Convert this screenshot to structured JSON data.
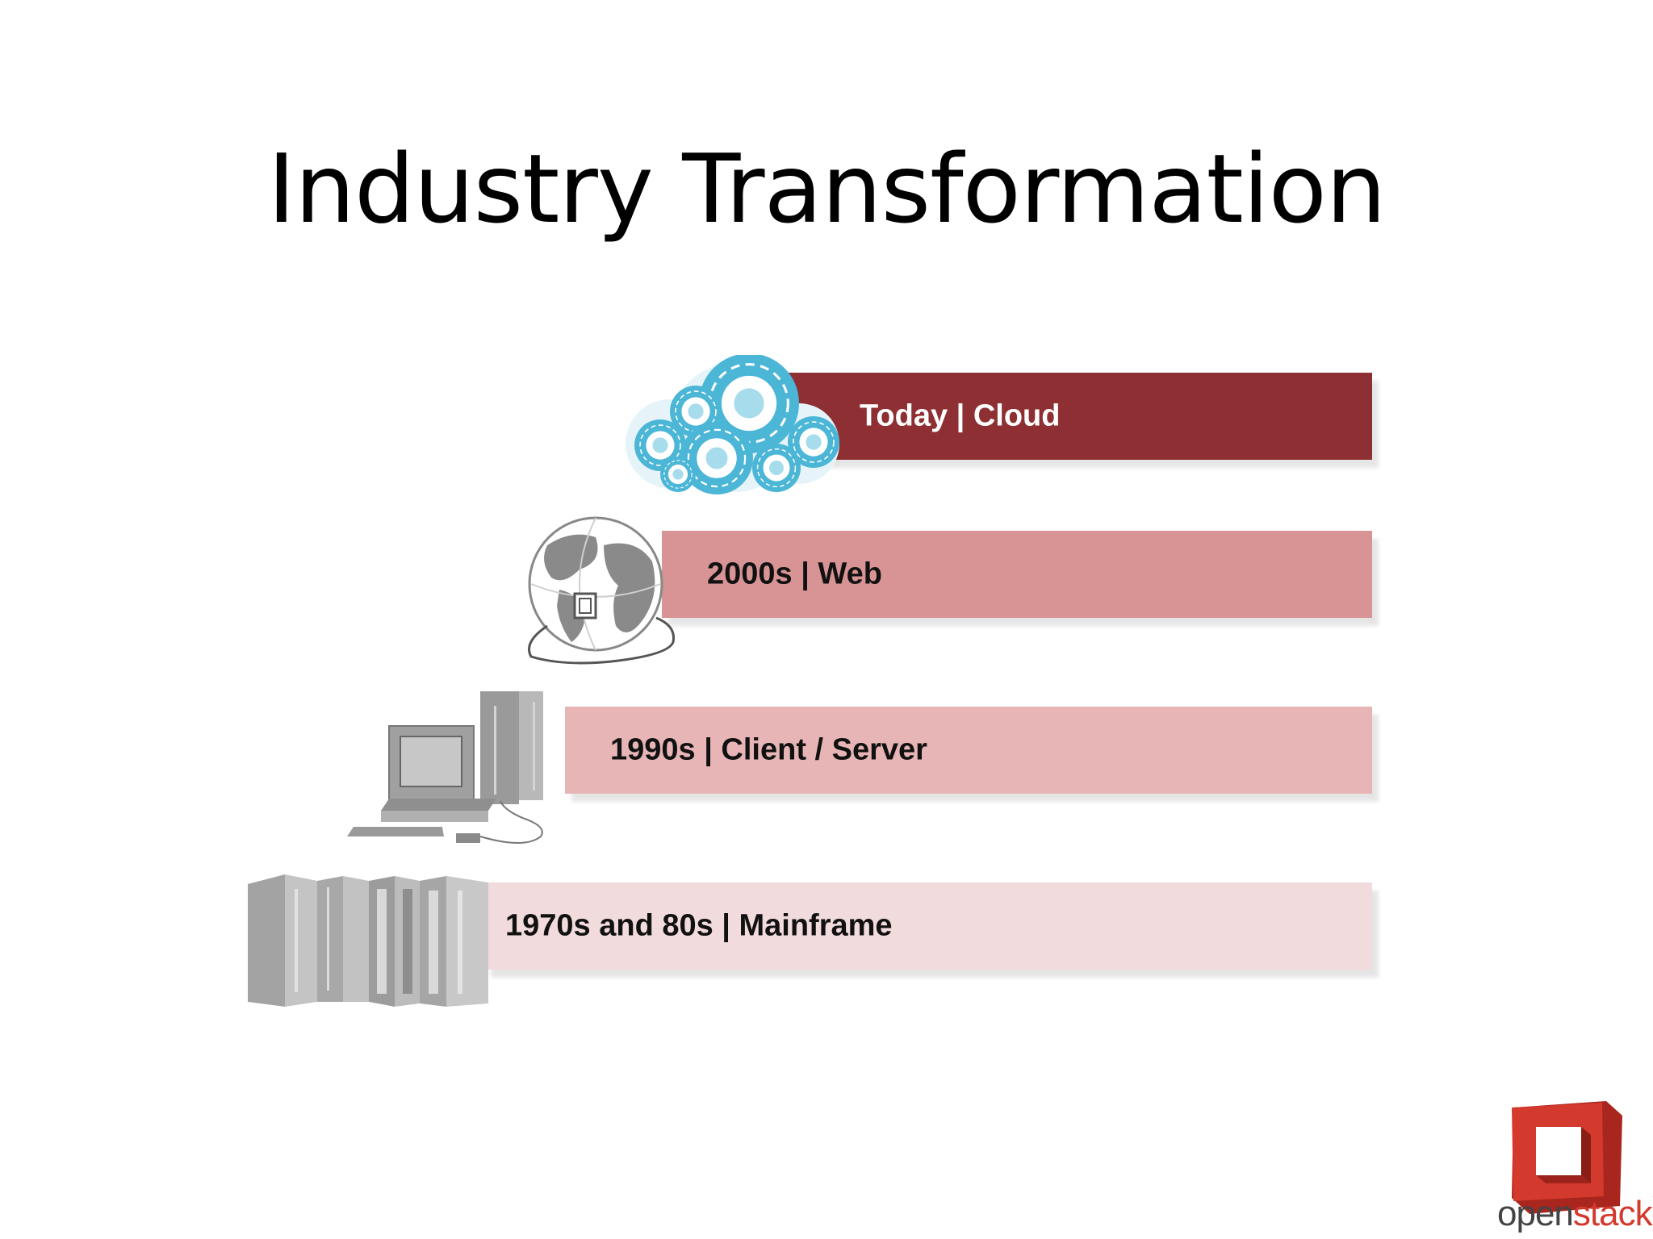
{
  "slide": {
    "title": "Industry Transformation"
  },
  "eras": [
    {
      "label": "Today | Cloud",
      "icon": "cloud-icon",
      "color": "#8e3033",
      "text_color": "#ffffff"
    },
    {
      "label": "2000s | Web",
      "icon": "globe-icon",
      "color": "#d89495",
      "text_color": "#111111"
    },
    {
      "label": "1990s | Client / Server",
      "icon": "client-server-icon",
      "color": "#e7b5b6",
      "text_color": "#111111"
    },
    {
      "label": "1970s and 80s | Mainframe",
      "icon": "mainframe-icon",
      "color": "#f2dbdc",
      "text_color": "#111111"
    }
  ],
  "logo": {
    "text_open": "open",
    "text_stack": "stack",
    "trademark": "™",
    "color": "#d3392c"
  }
}
